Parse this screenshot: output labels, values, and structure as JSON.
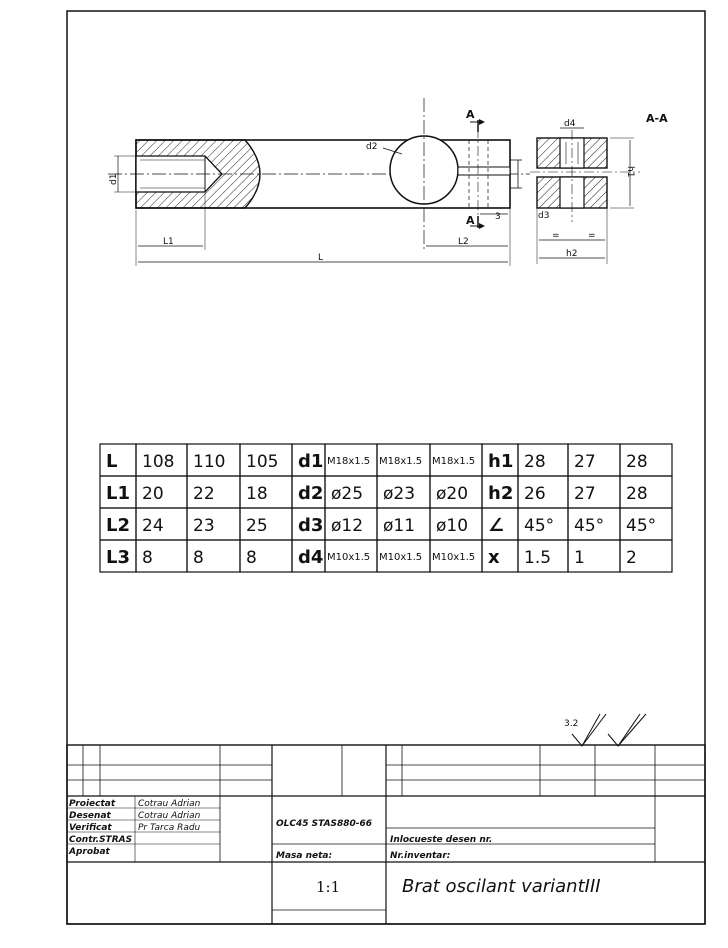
{
  "drawing": {
    "section_label": "A-A",
    "section_marker": "A",
    "dims": {
      "L": "L",
      "L1": "L1",
      "L2": "L2",
      "L3": "3",
      "d1": "d1",
      "d2": "d2",
      "d4": "d4",
      "d3": "d3",
      "h1": "h1",
      "h2": "h2",
      "eq": "="
    },
    "roughness": "3.2"
  },
  "param_table": {
    "rows": [
      [
        "L",
        "108",
        "110",
        "105",
        "d1",
        "M18x1.5",
        "M18x1.5",
        "M18x1.5",
        "h1",
        "28",
        "27",
        "28"
      ],
      [
        "L1",
        "20",
        "22",
        "18",
        "d2",
        "ø25",
        "ø23",
        "ø20",
        "h2",
        "26",
        "27",
        "28"
      ],
      [
        "L2",
        "24",
        "23",
        "25",
        "d3",
        "ø12",
        "ø11",
        "ø10",
        "∠",
        "45°",
        "45°",
        "45°"
      ],
      [
        "L3",
        "8",
        "8",
        "8",
        "d4",
        "M10x1.5",
        "M10x1.5",
        "M10x1.5",
        "x",
        "1.5",
        "1",
        "2"
      ]
    ]
  },
  "title_block": {
    "roles": [
      "Proiectat",
      "Desenat",
      "Verificat",
      "Contr.STRAS",
      "Aprobat"
    ],
    "names": [
      "Cotrau Adrian",
      "Cotrau Adrian",
      "Pr Tarca Radu",
      "",
      ""
    ],
    "material": "OLC45 STAS880-66",
    "masa": "Masa neta:",
    "inlocuieste": "Inlocueste desen nr.",
    "inventar": "Nr.inventar:",
    "scale": "1:1",
    "title": "Brat oscilant variantIII"
  }
}
